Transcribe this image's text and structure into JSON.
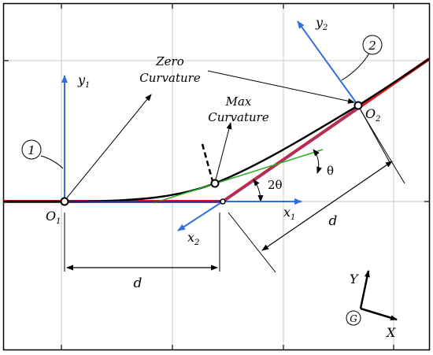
{
  "labels": {
    "zero_curvature_line1": "Zero",
    "zero_curvature_line2": "Curvature",
    "max_curvature_line1": "Max",
    "max_curvature_line2": "Curvature",
    "y1_main": "y",
    "y1_sub": "1",
    "x1_main": "x",
    "x1_sub": "1",
    "y2_main": "y",
    "y2_sub": "2",
    "x2_main": "x",
    "x2_sub": "2",
    "o1_main": "O",
    "o1_sub": "1",
    "o2_main": "O",
    "o2_sub": "2",
    "circle_1": "1",
    "circle_2": "2",
    "two_theta": "2θ",
    "theta": "θ",
    "d_bottom": "d",
    "d_right": "d",
    "frame_Y": "Y",
    "frame_X": "X",
    "frame_G": "G"
  },
  "colors": {
    "frame": "#000000",
    "grid": "#c8c8c8",
    "red_path": "#d91e24",
    "blue_axis": "#2f6fe0",
    "black_curve": "#000000",
    "green_tangent": "#22b022",
    "purple_line": "#6a4bb0"
  }
}
